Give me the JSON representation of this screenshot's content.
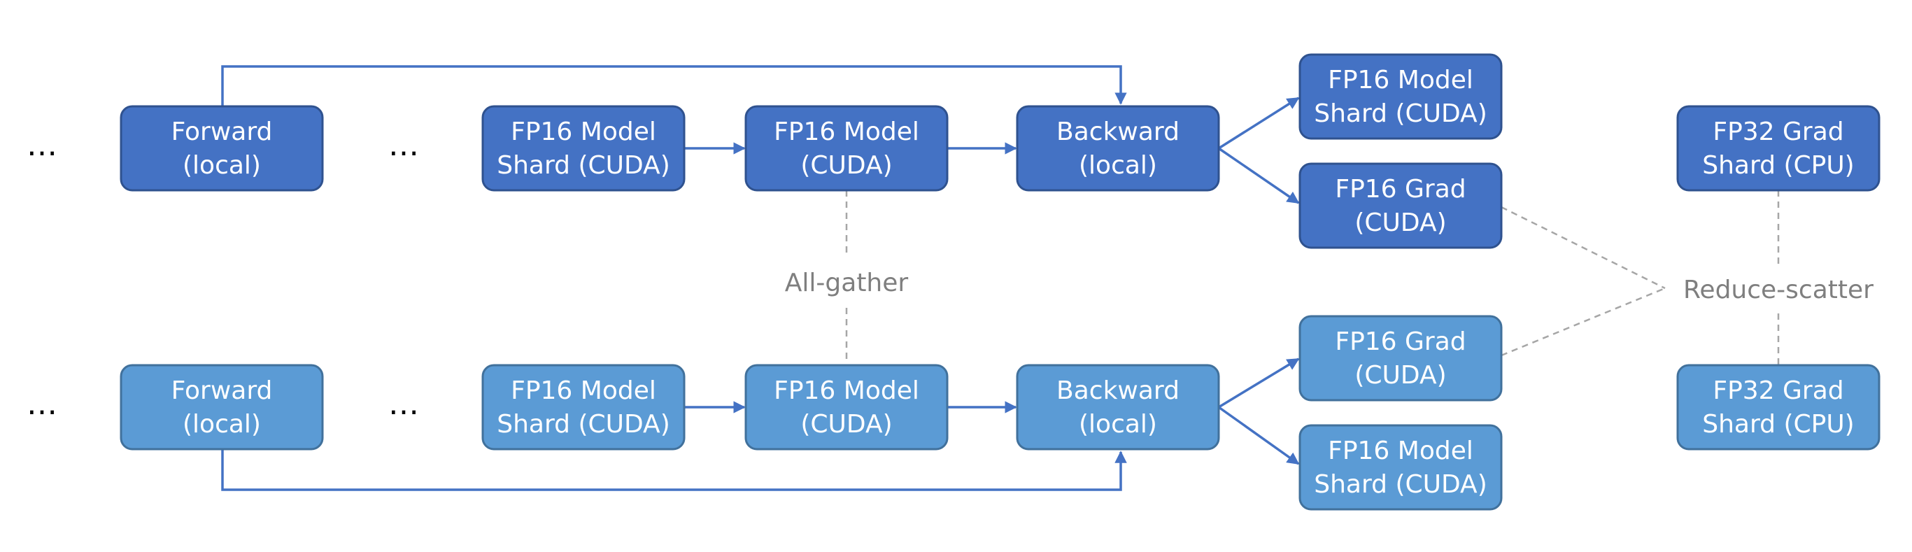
{
  "colors": {
    "dark_node_fill": "#4472c4",
    "dark_node_border": "#2f528f",
    "light_node_fill": "#5b9bd5",
    "light_node_border": "#41719c",
    "arrow": "#4472c4",
    "dashed_line": "#a6a6a6",
    "label_text": "#7f7f7f"
  },
  "ellipsis": "…",
  "top_row": {
    "forward": {
      "line1": "Forward",
      "line2": "(local)"
    },
    "model_shard": {
      "line1": "FP16 Model",
      "line2": "Shard (CUDA)"
    },
    "model": {
      "line1": "FP16 Model",
      "line2": "(CUDA)"
    },
    "backward": {
      "line1": "Backward",
      "line2": "(local)"
    },
    "out_model_shard": {
      "line1": "FP16 Model",
      "line2": "Shard (CUDA)"
    },
    "out_grad": {
      "line1": "FP16 Grad",
      "line2": "(CUDA)"
    },
    "fp32_grad_shard": {
      "line1": "FP32 Grad",
      "line2": "Shard (CPU)"
    }
  },
  "bottom_row": {
    "forward": {
      "line1": "Forward",
      "line2": "(local)"
    },
    "model_shard": {
      "line1": "FP16 Model",
      "line2": "Shard (CUDA)"
    },
    "model": {
      "line1": "FP16 Model",
      "line2": "(CUDA)"
    },
    "backward": {
      "line1": "Backward",
      "line2": "(local)"
    },
    "out_grad": {
      "line1": "FP16 Grad",
      "line2": "(CUDA)"
    },
    "out_model_shard": {
      "line1": "FP16 Model",
      "line2": "Shard (CUDA)"
    },
    "fp32_grad_shard": {
      "line1": "FP32 Grad",
      "line2": "Shard (CPU)"
    }
  },
  "labels": {
    "all_gather": "All-gather",
    "reduce_scatter": "Reduce-scatter"
  }
}
